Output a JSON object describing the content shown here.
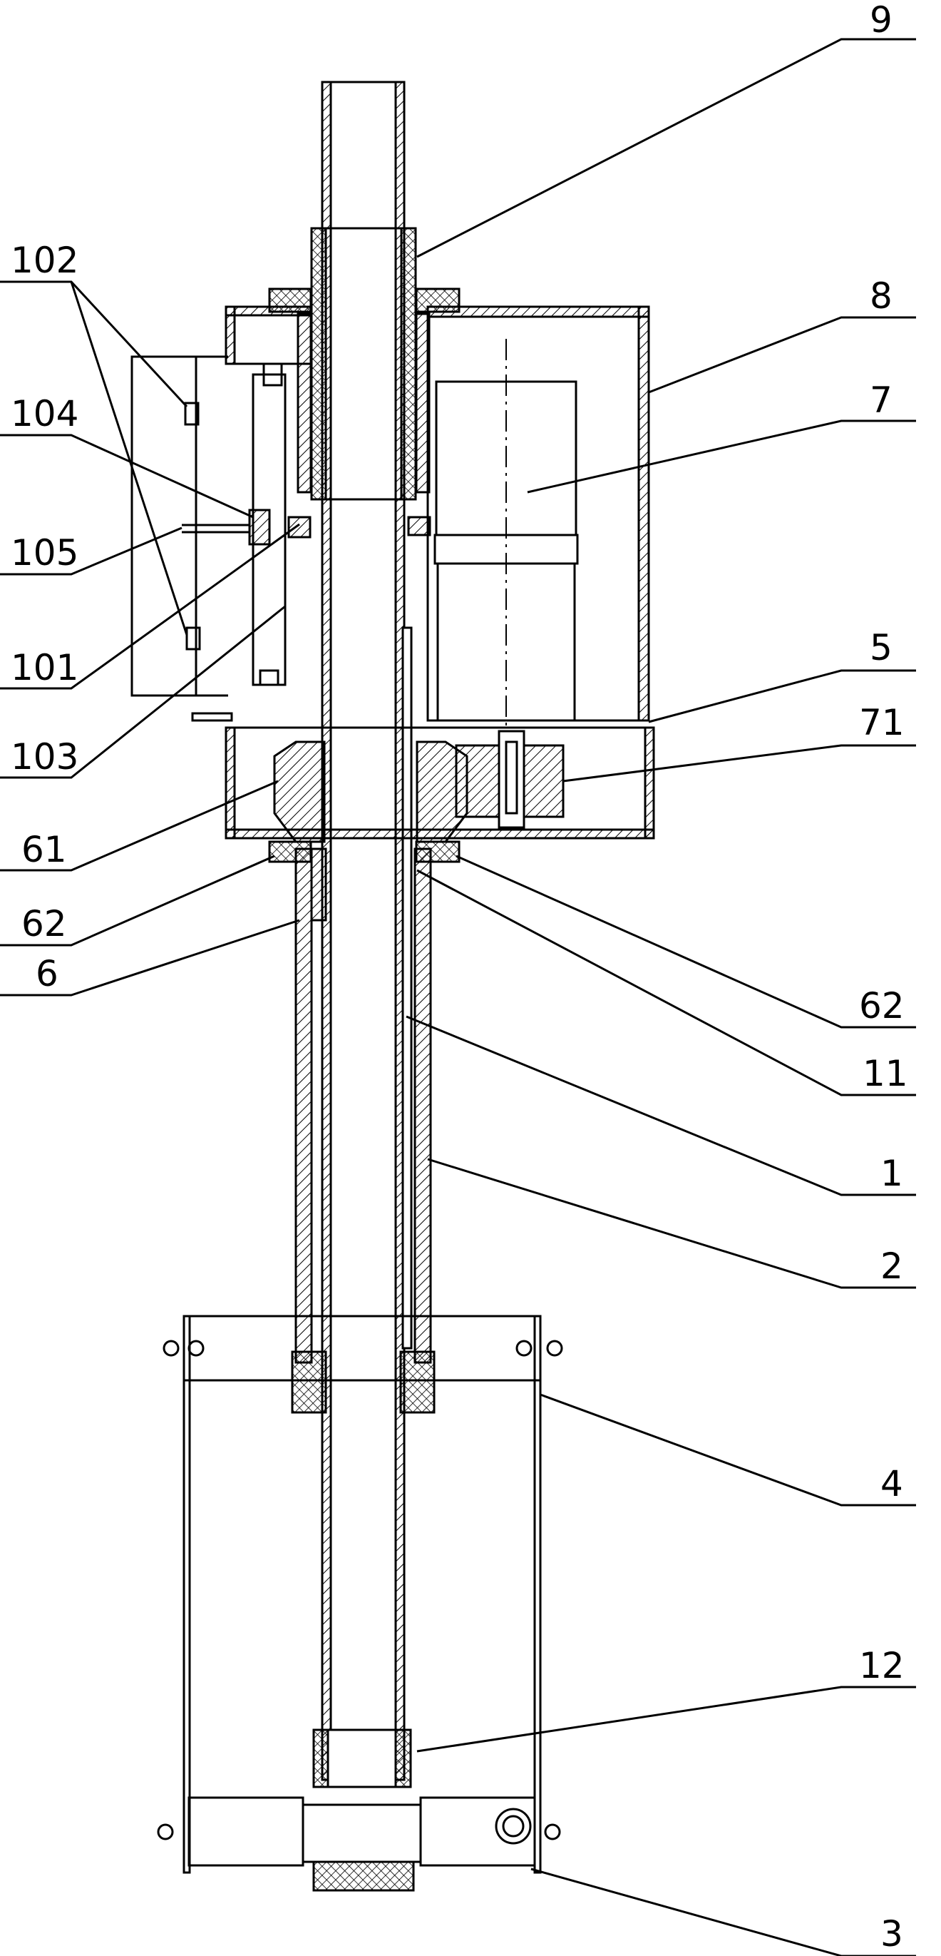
{
  "diagram": {
    "labels": {
      "l9": "9",
      "l8": "8",
      "l7": "7",
      "l102": "102",
      "l104": "104",
      "l105": "105",
      "l101": "101",
      "l103": "103",
      "l5": "5",
      "l71": "71",
      "l61": "61",
      "l62a": "62",
      "l6": "6",
      "l62b": "62",
      "l11": "11",
      "l1": "1",
      "l2": "2",
      "l4": "4",
      "l12": "12",
      "l3": "3"
    }
  }
}
